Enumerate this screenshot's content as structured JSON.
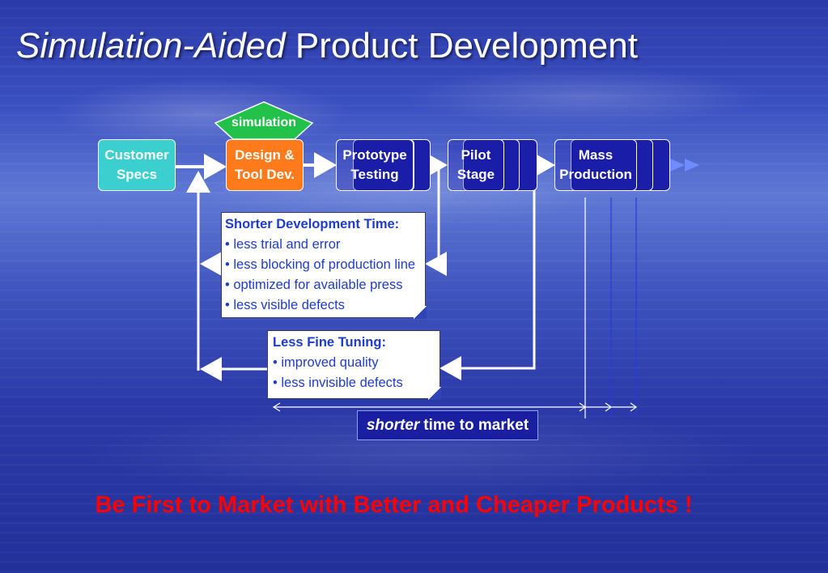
{
  "title": {
    "italic": "Simulation-Aided",
    "regular": "Product Development"
  },
  "simulation_label": "simulation",
  "stages": [
    {
      "line1": "Customer",
      "line2": "Specs"
    },
    {
      "line1": "Design &",
      "line2": "Tool Dev."
    },
    {
      "line1": "Prototype",
      "line2": "Testing"
    },
    {
      "line1": "Pilot",
      "line2": "Stage"
    },
    {
      "line1": "Mass",
      "line2": "Production"
    }
  ],
  "note_dev_time": {
    "heading": "Shorter Development Time:",
    "items": [
      "• less trial and error",
      "• less blocking of production line",
      "• optimized for available press",
      "• less visible defects"
    ]
  },
  "note_fine_tuning": {
    "heading": "Less Fine Tuning:",
    "items": [
      "• improved quality",
      "• less invisible defects"
    ]
  },
  "time_to_market": {
    "italic": "shorter",
    "regular": "time to market"
  },
  "slogan": "Be First to Market with Better and Cheaper Products !",
  "colors": {
    "customer_specs": "#3ccfd0",
    "design_tool": "#ff7a1a",
    "stage_blue": "#1a1ea8",
    "note_text": "#1e3cc8",
    "slogan": "#ff0000",
    "arrow_light": "#6f8cff"
  }
}
